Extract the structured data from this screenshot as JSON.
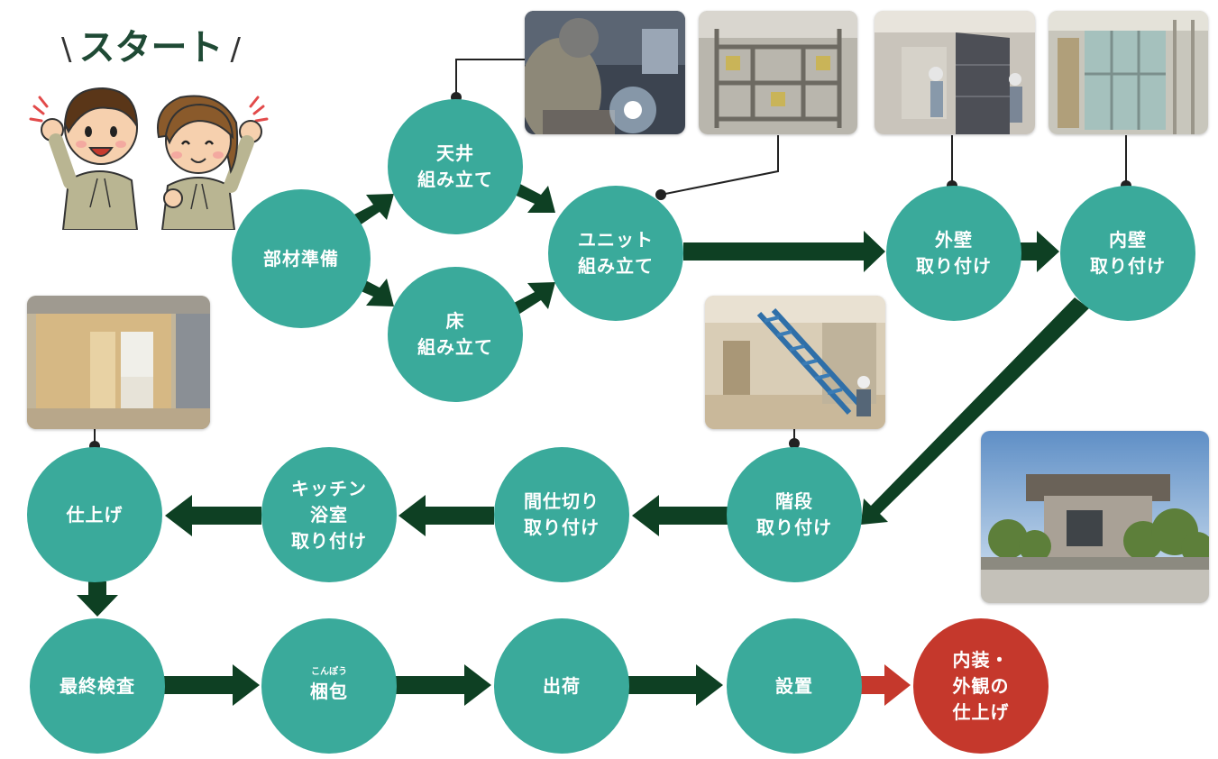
{
  "title": "スタート",
  "colors": {
    "node": "#3aaa9b",
    "node_final": "#c5382c",
    "arrow": "#0e4023",
    "arrow_final": "#c5382c"
  },
  "nodes": {
    "buzai": {
      "lines": [
        "部材準備"
      ]
    },
    "tenjo": {
      "lines": [
        "天井",
        "組み立て"
      ]
    },
    "yuka": {
      "lines": [
        "床",
        "組み立て"
      ]
    },
    "unit": {
      "lines": [
        "ユニット",
        "組み立て"
      ]
    },
    "gaiheki": {
      "lines": [
        "外壁",
        "取り付け"
      ]
    },
    "naiheki": {
      "lines": [
        "内壁",
        "取り付け"
      ]
    },
    "kaidan": {
      "lines": [
        "階段",
        "取り付け"
      ]
    },
    "majikiri": {
      "lines": [
        "間仕切り",
        "取り付け"
      ]
    },
    "kitchen": {
      "lines": [
        "キッチン",
        "浴室",
        "取り付け"
      ]
    },
    "shiage": {
      "lines": [
        "仕上げ"
      ]
    },
    "kensa": {
      "lines": [
        "最終検査"
      ]
    },
    "konpo": {
      "ruby": "こんぽう",
      "lines": [
        "梱包"
      ]
    },
    "shukka": {
      "lines": [
        "出荷"
      ]
    },
    "setchi": {
      "lines": [
        "設置"
      ]
    },
    "naisou": {
      "lines": [
        "内装・",
        "外観の",
        "仕上げ"
      ]
    }
  },
  "photos": [
    "welding",
    "ceiling-frame",
    "exterior-wall",
    "interior-wall",
    "stairs",
    "interior-finish",
    "finished-house"
  ]
}
